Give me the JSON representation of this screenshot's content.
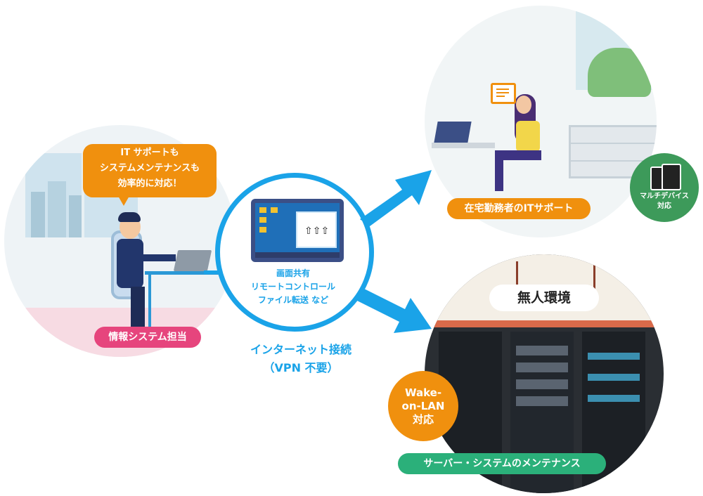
{
  "left_scene": {
    "speech_lines": [
      "IT サポートも",
      "システムメンテナンスも",
      "効率的に対応！"
    ],
    "label": "情報システム担当"
  },
  "center": {
    "features": [
      "画面共有",
      "リモートコントロール",
      "ファイル転送 など"
    ],
    "connection_lines": [
      "インターネット接続",
      "（VPN 不要）"
    ]
  },
  "top_right_scene": {
    "label": "在宅勤務者のITサポート",
    "badge_lines": [
      "マルチデバイス",
      "対応"
    ]
  },
  "bottom_right_scene": {
    "sign": "無人環境",
    "label": "サーバー・システムのメンテナンス",
    "badge_lines": [
      "Wake-",
      "on-LAN",
      "対応"
    ]
  },
  "colors": {
    "blue": "#1aa3e8",
    "orange": "#f0900e",
    "pink": "#e6457d",
    "green": "#2bb07a",
    "badge_green": "#3d9a5a"
  }
}
